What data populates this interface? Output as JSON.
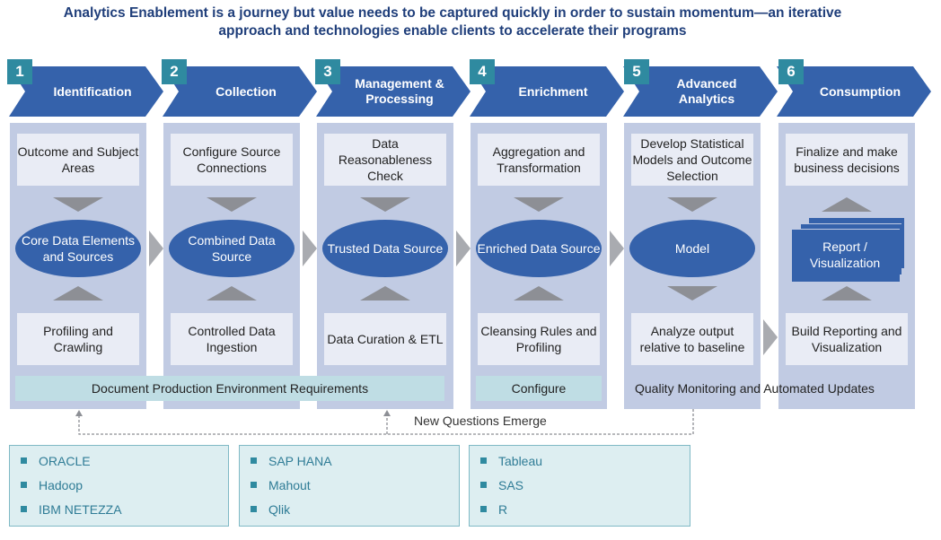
{
  "title_line1": "Analytics Enablement is a journey but value needs to be captured quickly in order to sustain momentum—an iterative",
  "title_line2": "approach and technologies enable clients to accelerate their programs",
  "colors": {
    "arrow": "#3562ab",
    "badge": "#2f8aa0",
    "column": "#c1cbe3",
    "box": "#e9ecf5",
    "band": "#bfdde4",
    "tech_bg": "#ddeef1",
    "tech_text": "#2f7c96",
    "connector": "#8d8f95"
  },
  "steps": [
    {
      "num": "1",
      "label": "Identification",
      "top": "Outcome and Subject Areas",
      "center": "Core Data Elements and Sources",
      "bottom": "Profiling and Crawling"
    },
    {
      "num": "2",
      "label": "Collection",
      "top": "Configure Source Connections",
      "center": "Combined Data Source",
      "bottom": "Controlled Data Ingestion"
    },
    {
      "num": "3",
      "label": "Management & Processing",
      "top": "Data Reasonableness Check",
      "center": "Trusted Data Source",
      "bottom": "Data Curation & ETL"
    },
    {
      "num": "4",
      "label": "Enrichment",
      "top": "Aggregation and Transformation",
      "center": "Enriched Data Source",
      "bottom": "Cleansing Rules and Profiling"
    },
    {
      "num": "5",
      "label": "Advanced Analytics",
      "top": "Develop Statistical Models and Outcome Selection",
      "center": "Model",
      "bottom": "Analyze output relative to baseline"
    },
    {
      "num": "6",
      "label": "Consumption",
      "top": "Finalize and make business decisions",
      "center": "Report / Visualization",
      "bottom": "Build Reporting and Visualization"
    }
  ],
  "bands": {
    "documentation": "Document Production Environment Requirements",
    "configure": "Configure",
    "quality": "Quality Monitoring and Automated Updates"
  },
  "feedback_label": "New Questions Emerge",
  "technologies": [
    [
      "ORACLE",
      "Hadoop",
      "IBM NETEZZA"
    ],
    [
      "SAP HANA",
      "Mahout",
      "Qlik"
    ],
    [
      "Tableau",
      "SAS",
      "R"
    ]
  ]
}
